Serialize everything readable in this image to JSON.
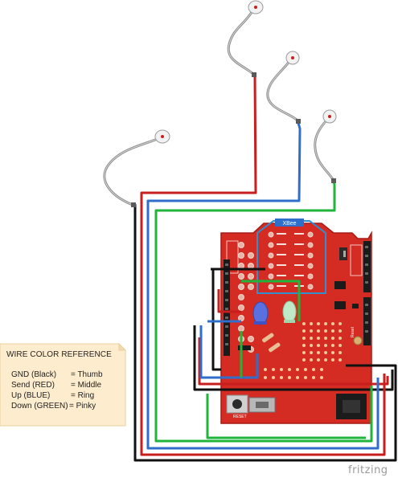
{
  "legend": {
    "title": "WIRE COLOR REFERENCE",
    "rows": [
      {
        "label": "GND (Black)",
        "finger": "= Thumb"
      },
      {
        "label": "Send (RED)",
        "finger": "= Middle"
      },
      {
        "label": "Up (BLUE)",
        "finger": "= Ring"
      },
      {
        "label": "Down (GREEN)",
        "finger": "= Pinky"
      }
    ]
  },
  "board": {
    "module_label": "XBee",
    "reset_label": "RESET",
    "reset_side_label": "Reset"
  },
  "watermark": "fritzing",
  "colors": {
    "board_red": "#d42b23",
    "wire_black": "#111111",
    "wire_red": "#c81e1e",
    "wire_blue": "#2f6fcb",
    "wire_green": "#1fb53a",
    "legend_bg": "#fdeccd"
  },
  "icons": [
    "finger-contact-pad-icon",
    "reset-button-icon",
    "usb-connector-icon",
    "power-jack-icon",
    "led-icon"
  ]
}
